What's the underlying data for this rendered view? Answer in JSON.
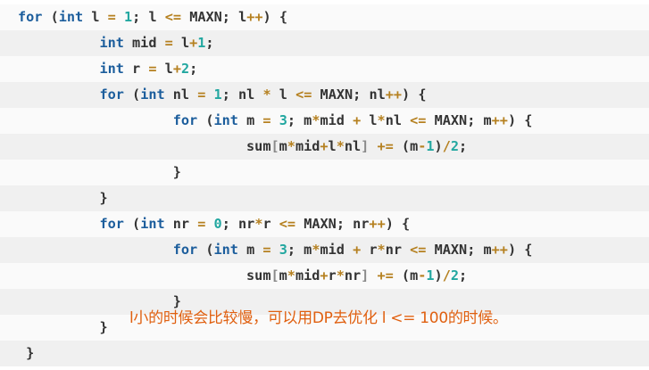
{
  "code_lines": [
    "for (int l = 1; l <= MAXN; l++) {",
    "          int mid = l+1;",
    "          int r = l+2;",
    "          for (int nl = 1; nl * l <= MAXN; nl++) {",
    "                   for (int m = 3; m*mid + l*nl <= MAXN; m++) {",
    "                            sum[m*mid+l*nl] += (m-1)/2;",
    "                   }",
    "          }",
    "          for (int nr = 0; nr*r <= MAXN; nr++) {",
    "                   for (int m = 3; m*mid + r*nr <= MAXN; m++) {",
    "                            sum[m*mid+r*nr] += (m-1)/2;",
    "                   }",
    "          }",
    " }"
  ],
  "overlay_caption": "l小的时候会比较慢，可以用DP去优化 l <= 100的时候。",
  "colors": {
    "keyword": "#1b5d9c",
    "number": "#22a7a0",
    "operator": "#b5801f",
    "bracket": "#8a8a8a",
    "identifier": "#333333",
    "caption": "#e06010",
    "stripe_light": "#fafafa",
    "stripe_dark": "#f0f0f0"
  }
}
